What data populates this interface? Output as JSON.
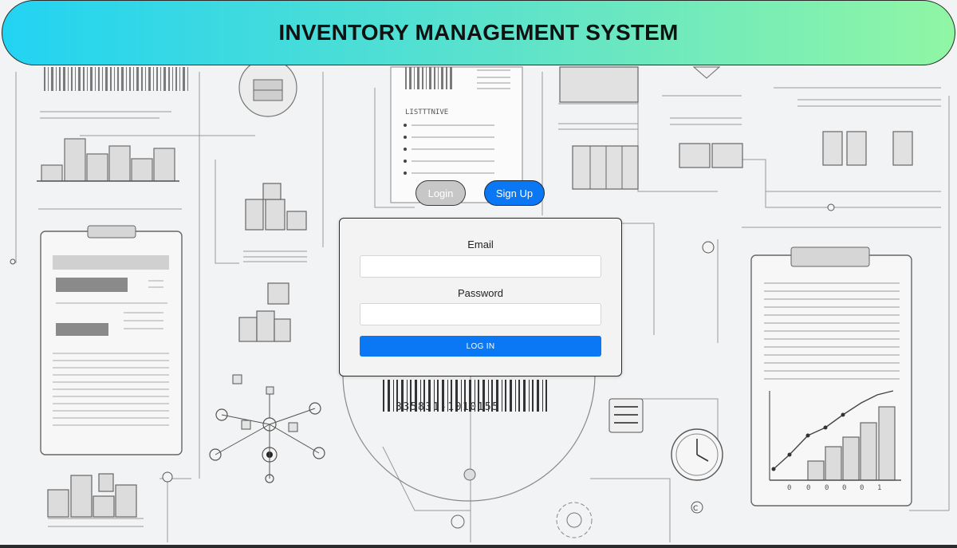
{
  "header": {
    "title": "INVENTORY MANAGEMENT SYSTEM"
  },
  "tabs": {
    "login_label": "Login",
    "signup_label": "Sign Up"
  },
  "form": {
    "email_label": "Email",
    "email_value": "",
    "password_label": "Password",
    "password_value": "",
    "submit_label": "LOG IN"
  },
  "background": {
    "barcode_text": "335831-1010155",
    "doc_heading": "LISTTTNIVE",
    "axis_labels": [
      "0",
      "0",
      "0",
      "0",
      "0",
      "1"
    ],
    "clock_letter": "C"
  },
  "colors": {
    "header_gradient_start": "#22d3f2",
    "header_gradient_end": "#90f6a4",
    "primary_blue": "#0a78f5",
    "inactive_tab": "#c7c7c7"
  }
}
